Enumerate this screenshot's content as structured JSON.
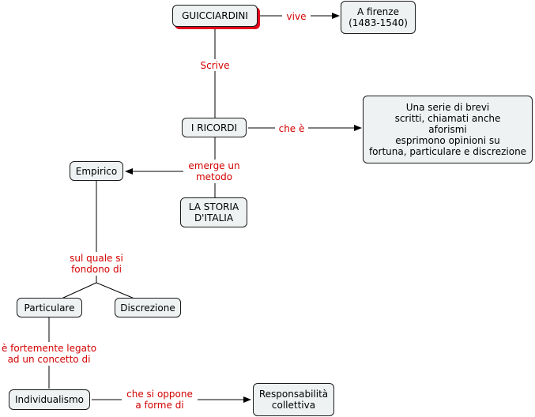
{
  "diagram": {
    "nodes": {
      "guicciardini": "GUICCIARDINI",
      "firenze": "A firenze\n(1483-1540)",
      "ricordi": "I RICORDI",
      "aforismi": "Una serie di brevi\nscritti, chiamati anche\naforismi\nesprimono opinioni su\nfortuna, particulare e discrezione",
      "empirico": "Empirico",
      "storia": "LA STORIA\nD'ITALIA",
      "particulare": "Particulare",
      "discrezione": "Discrezione",
      "individualismo": "Individualismo",
      "responsabilita": "Responsabilità\ncollettiva"
    },
    "links": {
      "vive": "vive",
      "scrive": "Scrive",
      "che_e": "che è",
      "emerge": "emerge un\nmetodo",
      "sul_quale": "sul quale si\nfondono di",
      "legato": "è fortemente legato\nad un concetto di",
      "oppone": "che si oppone\na forme di"
    },
    "colors": {
      "node_fill": "#eef2f3",
      "node_border": "#1b1b1b",
      "link_text": "#d40000",
      "accent_shadow": "#e5001a"
    }
  }
}
